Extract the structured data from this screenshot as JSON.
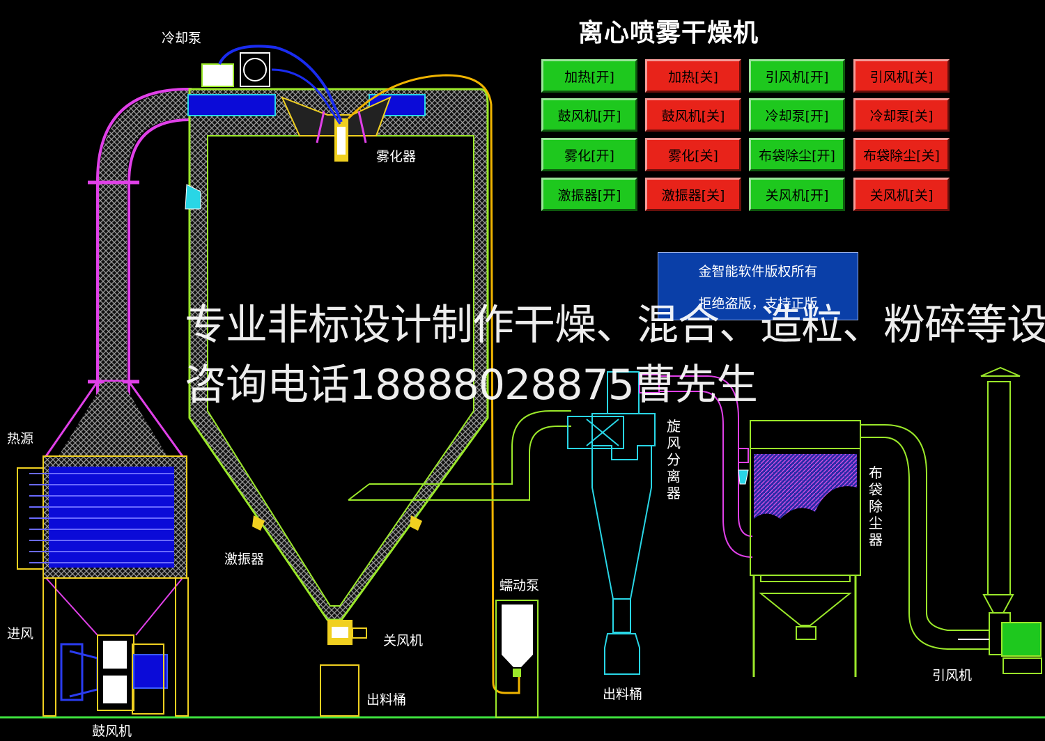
{
  "title": "离心喷雾干燥机",
  "buttons": [
    {
      "label": "加热[开]",
      "state": "on"
    },
    {
      "label": "加热[关]",
      "state": "off"
    },
    {
      "label": "引风机[开]",
      "state": "on"
    },
    {
      "label": "引风机[关]",
      "state": "off"
    },
    {
      "label": "鼓风机[开]",
      "state": "on"
    },
    {
      "label": "鼓风机[关]",
      "state": "off"
    },
    {
      "label": "冷却泵[开]",
      "state": "on"
    },
    {
      "label": "冷却泵[关]",
      "state": "off"
    },
    {
      "label": "雾化[开]",
      "state": "on"
    },
    {
      "label": "雾化[关]",
      "state": "off"
    },
    {
      "label": "布袋除尘[开]",
      "state": "on"
    },
    {
      "label": "布袋除尘[关]",
      "state": "off"
    },
    {
      "label": "激振器[开]",
      "state": "on"
    },
    {
      "label": "激振器[关]",
      "state": "off"
    },
    {
      "label": "关风机[开]",
      "state": "on"
    },
    {
      "label": "关风机[关]",
      "state": "off"
    }
  ],
  "copyright": {
    "line1": "金智能软件版权所有",
    "line2": "拒绝盗版，支持正版"
  },
  "labels": {
    "cooling_pump": "冷却泵",
    "atomizer": "雾化器",
    "heat_source": "热源",
    "air_inlet": "进风",
    "blower": "鼓风机",
    "vibrator": "激振器",
    "airlock": "关风机",
    "outlet_bucket_1": "出料桶",
    "peristaltic_pump": "蠕动泵",
    "cyclone": "旋风分离器",
    "outlet_bucket_2": "出料桶",
    "bag_filter": "布袋除尘器",
    "induced_fan": "引风机"
  },
  "watermark": {
    "line1": "专业非标设计制作干燥、混合、造粒、粉碎等设备",
    "line2": "咨询电话18888028875曹先生"
  },
  "colors": {
    "on": "#1ec81e",
    "off": "#e8231a",
    "pipe_green": "#9be82a",
    "pipe_magenta": "#e040e8",
    "feed_yellow": "#f0b400",
    "cooling_blue": "#1a2cf0",
    "cyan": "#29d6e6",
    "panel_blue": "#0a3fa8"
  }
}
